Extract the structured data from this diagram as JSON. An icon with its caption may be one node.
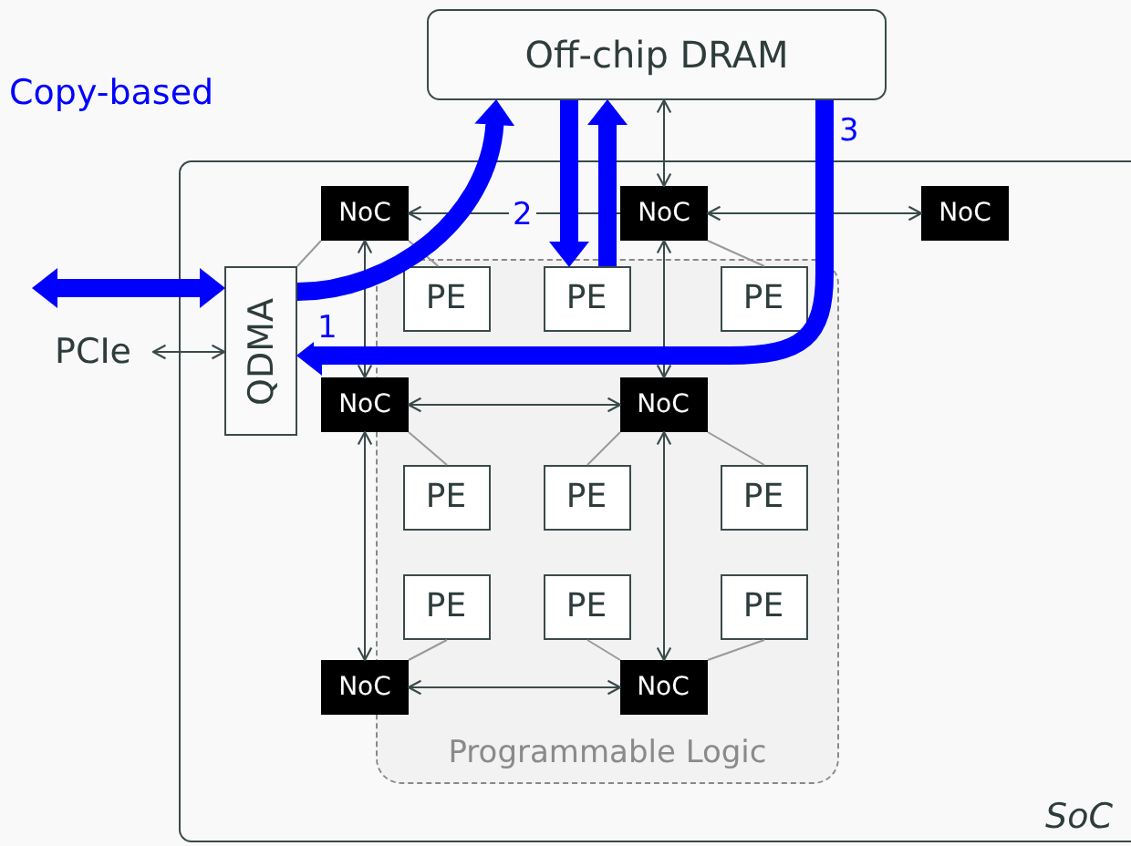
{
  "diagram": {
    "nodes": [
      {
        "text": [
          "Off-chip DRAM"
        ]
      },
      {
        "text": [
          "SoC"
        ]
      },
      {
        "text": [
          "Programmable Logic"
        ],
        "in": 1
      },
      {
        "text": [
          "NoC"
        ],
        "in": 1
      },
      {
        "text": [
          "NoC"
        ],
        "in": 1
      },
      {
        "text": [
          "NoC"
        ],
        "in": 1
      },
      {
        "text": [
          "QDMA"
        ],
        "in": 1
      },
      {
        "text": [
          "PCIe"
        ]
      },
      {
        "text": [
          "NoC"
        ],
        "in": 1
      },
      {
        "text": [
          "NoC"
        ],
        "in": 2
      },
      {
        "text": [
          "PE"
        ],
        "in": 2
      },
      {
        "text": [
          "PE"
        ],
        "in": 2
      },
      {
        "text": [
          "PE"
        ],
        "in": 2
      },
      {
        "text": [
          "PE"
        ],
        "in": 2
      },
      {
        "text": [
          "PE"
        ],
        "in": 2
      },
      {
        "text": [
          "PE"
        ],
        "in": 2
      },
      {
        "text": [
          "PE"
        ],
        "in": 2
      },
      {
        "text": [
          "PE"
        ],
        "in": 2
      },
      {
        "text": [
          "PE"
        ],
        "in": 2
      },
      {
        "text": [
          "NoC"
        ],
        "in": 1
      },
      {
        "text": [
          "NoC"
        ],
        "in": 2
      }
    ],
    "edges": [
      {
        "from": 0,
        "to": 4,
        "arrow": "both"
      },
      {
        "from": 4,
        "to": 3,
        "arrow": "to"
      },
      {
        "from": 4,
        "to": 5,
        "arrow": "both"
      },
      {
        "from": 3,
        "to": 8,
        "arrow": "both"
      },
      {
        "from": 4,
        "to": 9,
        "arrow": "both"
      },
      {
        "from": 8,
        "to": 9,
        "arrow": "both"
      },
      {
        "from": 8,
        "to": 19,
        "arrow": "both"
      },
      {
        "from": 9,
        "to": 20,
        "arrow": "both"
      },
      {
        "from": 19,
        "to": 20,
        "arrow": "both"
      },
      {
        "from": 7,
        "to": 6,
        "arrow": "both"
      },
      {
        "from": 6,
        "to": 3,
        "arrow": "none",
        "color": "#999999"
      },
      {
        "from": 3,
        "to": 10,
        "arrow": "none",
        "color": "#999999"
      },
      {
        "from": 4,
        "to": 12,
        "arrow": "none",
        "color": "#999999"
      },
      {
        "from": 8,
        "to": 13,
        "arrow": "none",
        "color": "#999999"
      },
      {
        "from": 9,
        "to": 14,
        "arrow": "none",
        "color": "#999999"
      },
      {
        "from": 9,
        "to": 15,
        "arrow": "none",
        "color": "#999999"
      },
      {
        "from": 16,
        "to": 19,
        "arrow": "none",
        "color": "#999999"
      },
      {
        "from": 17,
        "to": 20,
        "arrow": "none",
        "color": "#999999"
      },
      {
        "from": 18,
        "to": 20,
        "arrow": "none",
        "color": "#999999"
      },
      {
        "from": 7,
        "to": 6,
        "arrow": "both",
        "style": "thick",
        "color": "#0000ff"
      },
      {
        "from": 6,
        "to": 0,
        "arrow": "to",
        "label": "1",
        "style": "thick",
        "color": "#0000ff"
      },
      {
        "from": 0,
        "to": 11,
        "arrow": "to",
        "label": "2",
        "style": "thick",
        "color": "#0000ff"
      },
      {
        "from": 11,
        "to": 0,
        "arrow": "to",
        "style": "thick",
        "color": "#0000ff"
      },
      {
        "from": 0,
        "to": 6,
        "arrow": "to",
        "label": "3",
        "style": "thick",
        "color": "#0000ff"
      }
    ],
    "labels": [
      "Copy-based"
    ]
  }
}
